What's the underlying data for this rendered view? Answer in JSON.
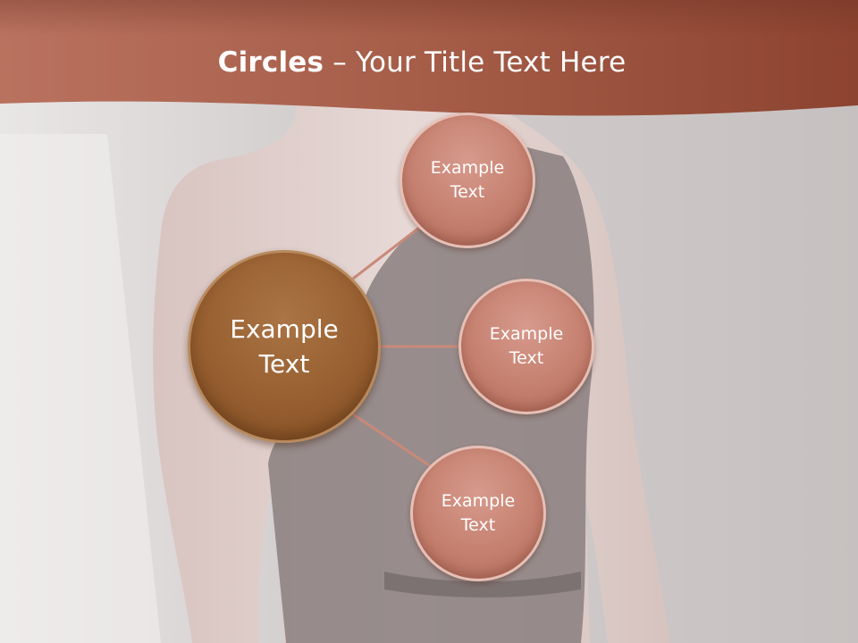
{
  "title": {
    "bold": "Circles",
    "rest": " – Your Title Text Here"
  },
  "circles": {
    "center": [
      "Example",
      "Text"
    ],
    "top": [
      "Example",
      "Text"
    ],
    "middle": [
      "Example",
      "Text"
    ],
    "bottom": [
      "Example",
      "Text"
    ]
  },
  "colors": {
    "banner": "#a85a45",
    "center_circle": "#975f30",
    "outer_circle": "#c5806f",
    "connector": "#c98a7a",
    "text": "#ffffff"
  }
}
